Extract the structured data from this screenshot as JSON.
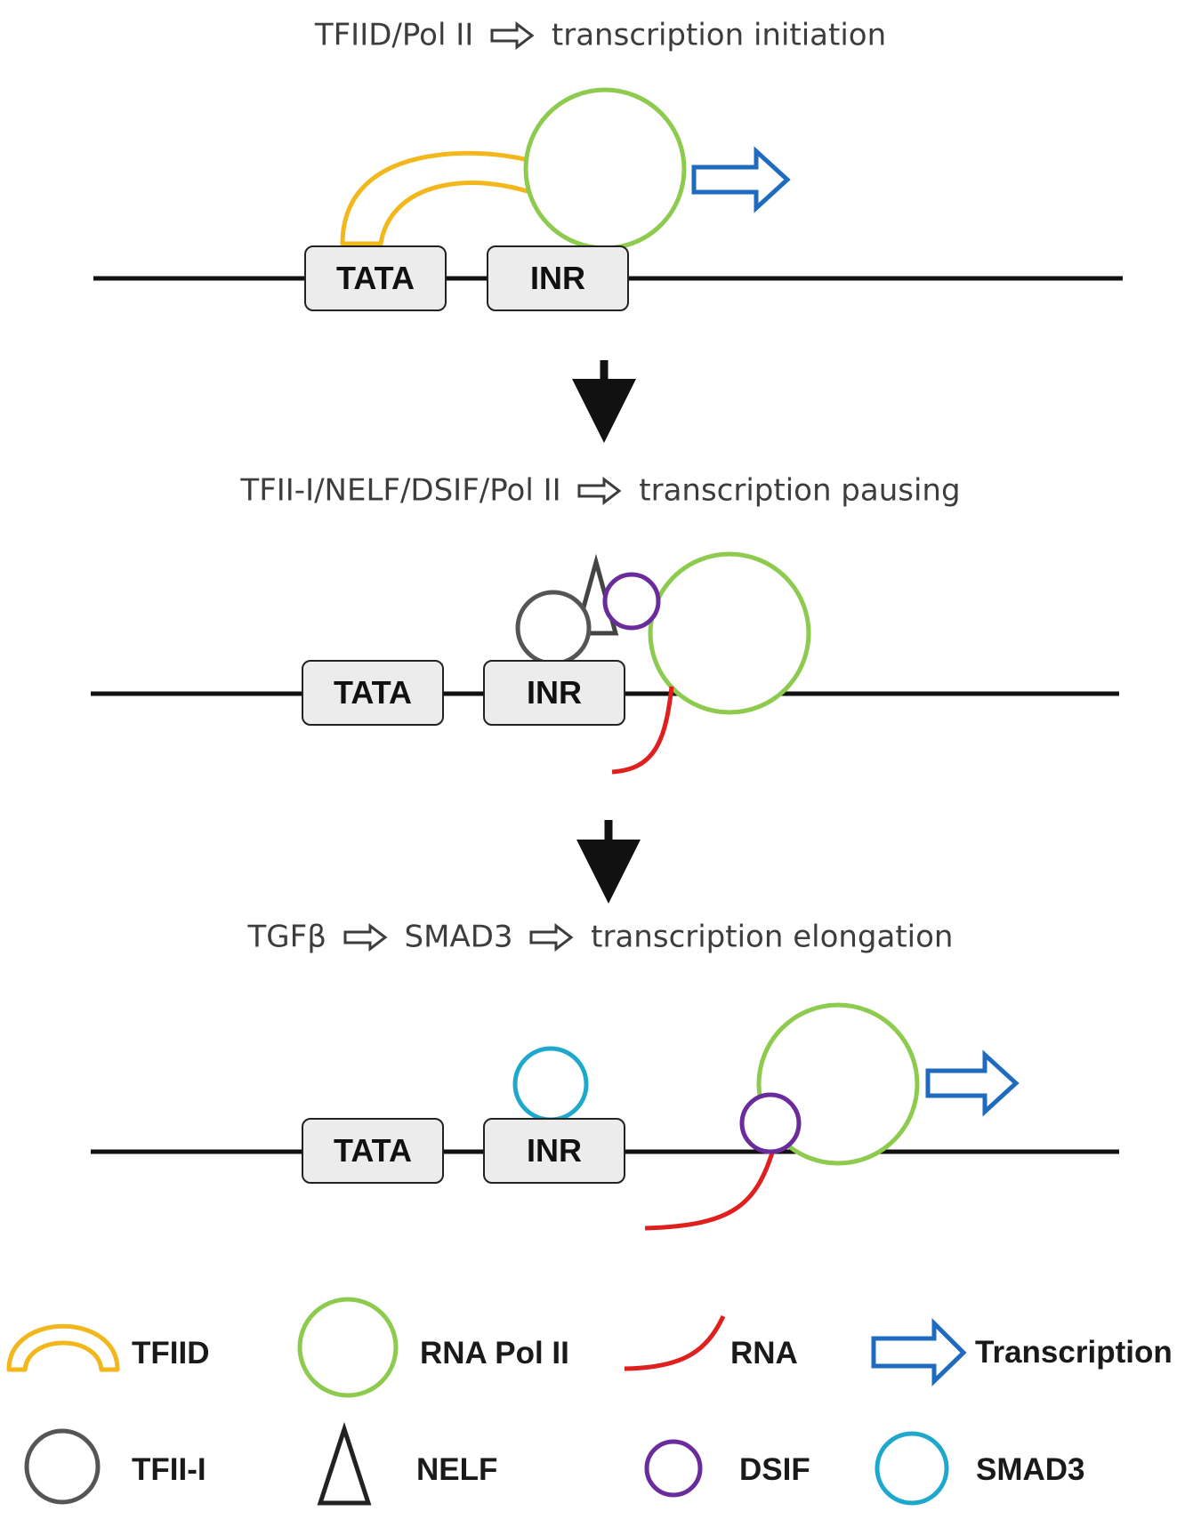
{
  "colors": {
    "tfiid": "#f3b71c",
    "pol2": "#8ccb4d",
    "rna": "#e0201e",
    "transcription": "#1f6bbf",
    "tfii_i": "#555555",
    "dsif": "#6a2c9c",
    "smad3": "#1ea8cc",
    "dna": "#111111"
  },
  "stages": [
    {
      "heading": {
        "parts": [
          "TFIID/Pol II",
          "transcription initiation"
        ]
      },
      "boxes": {
        "tata": "TATA",
        "inr": "INR"
      }
    },
    {
      "heading": {
        "parts": [
          "TFII-I/NELF/DSIF/Pol II",
          "transcription pausing"
        ]
      },
      "boxes": {
        "tata": "TATA",
        "inr": "INR"
      }
    },
    {
      "heading": {
        "parts": [
          "TGFβ",
          "SMAD3",
          "transcription elongation"
        ]
      },
      "boxes": {
        "tata": "TATA",
        "inr": "INR"
      }
    }
  ],
  "legend": [
    {
      "icon": "tfiid-arc-icon",
      "label": "TFIID"
    },
    {
      "icon": "green-circle-icon",
      "label": "RNA Pol II"
    },
    {
      "icon": "red-curve-icon",
      "label": "RNA"
    },
    {
      "icon": "blue-arrow-icon",
      "label": "Transcription"
    },
    {
      "icon": "gray-circle-icon",
      "label": "TFII-I"
    },
    {
      "icon": "triangle-icon",
      "label": "NELF"
    },
    {
      "icon": "purple-circle-icon",
      "label": "DSIF"
    },
    {
      "icon": "cyan-circle-icon",
      "label": "SMAD3"
    }
  ]
}
